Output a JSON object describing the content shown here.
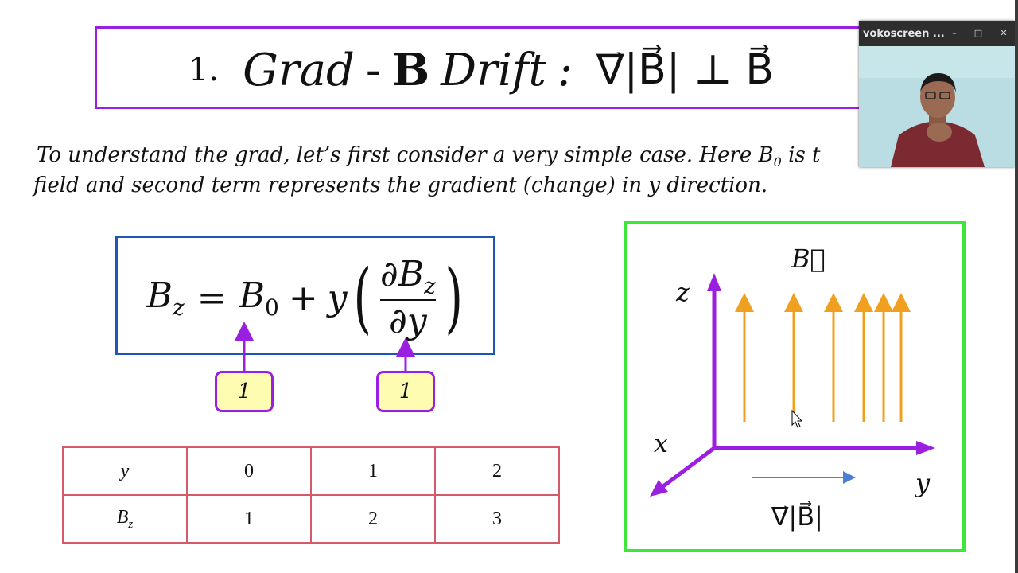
{
  "slide": {
    "title": {
      "number": "1.",
      "word_grad": "Grad",
      "dash": "-",
      "word_b": "B",
      "word_drift": "Drift",
      "colon": ":",
      "formula": "∇⃗|B⃗| ⊥ B⃗"
    },
    "intro_line1_a": "To understand the grad, let’s first consider a very simple case. Here",
    "intro_line1_b": "B",
    "intro_line1_sub": "0",
    "intro_line1_c": "is t",
    "intro_line2": "field and second term represents the gradient (change) in y direction.",
    "equation": {
      "lhs": "B",
      "lhs_sub": "z",
      "equals": "=",
      "b0": "B",
      "b0_sub": "0",
      "plus": "+",
      "y": "y",
      "num": "∂B",
      "num_sub": "z",
      "den": "∂y",
      "open": "(",
      "close": ")"
    },
    "callouts": [
      "1",
      "1"
    ],
    "table": {
      "row_headers": [
        "y",
        "B"
      ],
      "row_header_sub": "z",
      "rows": [
        [
          "0",
          "1",
          "2"
        ],
        [
          "1",
          "2",
          "3"
        ]
      ]
    },
    "diagram": {
      "b_label": "B⃗",
      "z_label": "z",
      "x_label": "x",
      "y_label": "y",
      "grad_label": "∇⃗|B⃗|",
      "field_color": "#f0a020",
      "axis_color": "#9b1fe0",
      "grad_arrow_color": "#4a7fd4"
    }
  },
  "cam_window": {
    "title": "vokoscreen ...",
    "minimize": "–",
    "maximize": "□",
    "close": "✕"
  }
}
